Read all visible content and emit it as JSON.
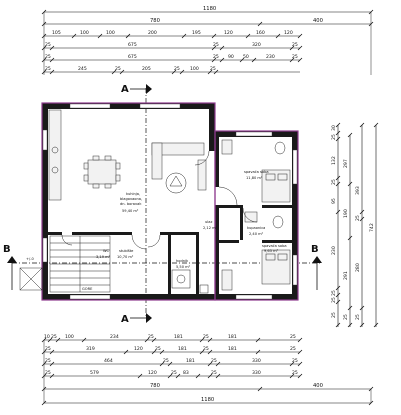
{
  "section_labels": {
    "a_top": "A",
    "a_bottom": "A",
    "b_left": "B",
    "b_right": "B"
  },
  "top_dims": {
    "row1": [
      "1180"
    ],
    "row2": [
      "780",
      "400"
    ],
    "row3": [
      "105",
      "100",
      "100",
      "200",
      "195",
      "120",
      "160",
      "120"
    ],
    "row4": [
      "25",
      "675",
      "25",
      "320",
      "25"
    ],
    "row5": [
      "25",
      "675",
      "25",
      "90",
      "50",
      "230",
      "25"
    ],
    "row6": [
      "25",
      "245",
      "25",
      "205",
      "25",
      "100",
      "25"
    ]
  },
  "bottom_dims": {
    "row1": [
      "10",
      "25",
      "100",
      "234",
      "25",
      "181",
      "25",
      "181",
      "25"
    ],
    "row2": [
      "25",
      "319",
      "120",
      "25",
      "181",
      "25",
      "181",
      "25"
    ],
    "row3": [
      "25",
      "464",
      "25",
      "181",
      "25",
      "330",
      "25"
    ],
    "row4": [
      "25",
      "579",
      "120",
      "25",
      "83",
      "25",
      "330",
      "25"
    ],
    "row5": [
      "780",
      "400"
    ],
    "row6": [
      "1180"
    ]
  },
  "right_dims": {
    "col1": [
      "30",
      "25",
      "132",
      "25",
      "95",
      "230",
      "25",
      "25",
      "25"
    ],
    "col2": [
      "297",
      "190",
      "291",
      "25"
    ],
    "col3": [
      "393",
      "25",
      "280",
      "25"
    ],
    "col4": [
      "742"
    ]
  },
  "rooms": {
    "kitchen": {
      "l1": "kuhinja,",
      "l2": "blagovaona,",
      "l3": "dn. boravak",
      "area": "59,40 m²"
    },
    "bed1": {
      "l1": "spavaća soba",
      "area": "11,80 m²"
    },
    "bath": {
      "l1": "kupaonica",
      "area": "2,40 m²"
    },
    "bed2": {
      "l1": "spavaća soba",
      "area": "9,65 m²"
    },
    "hall": {
      "l1": "hodnik",
      "area": "5,50 m²"
    },
    "stair": {
      "l1": "stubište",
      "area": "10,70 m²"
    },
    "wc": {
      "l1": "WC",
      "area": "3,19 m²"
    },
    "entry": {
      "l1": "ulaz",
      "area": "2,12 m²"
    }
  },
  "labels": {
    "step": "+/-0",
    "up": "GORE"
  }
}
